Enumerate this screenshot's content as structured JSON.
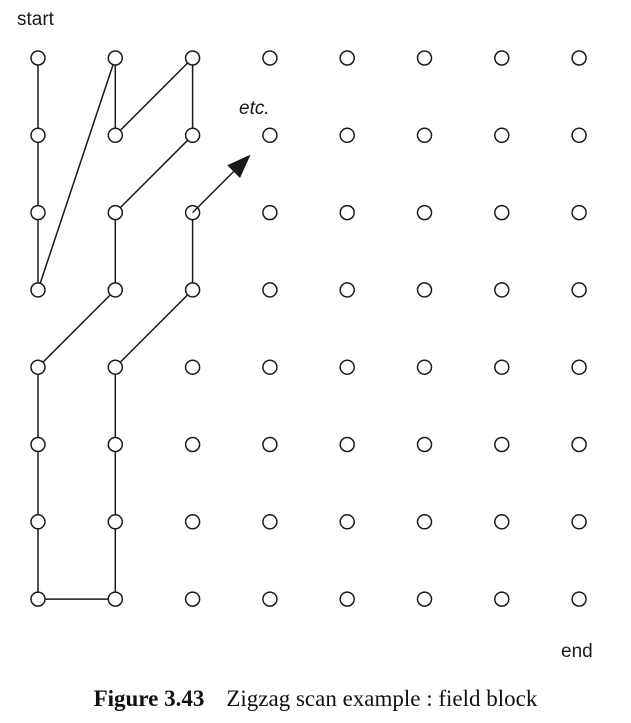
{
  "labels": {
    "start": "start",
    "end": "end",
    "etc": "etc."
  },
  "caption": {
    "figure_number": "Figure 3.43",
    "text": "Zigzag scan example : field block"
  },
  "grid": {
    "columns": 8,
    "rows": 8
  },
  "scan_path": [
    [
      0,
      0
    ],
    [
      0,
      1
    ],
    [
      0,
      2
    ],
    [
      0,
      3
    ],
    [
      1,
      0
    ],
    [
      1,
      1
    ],
    [
      2,
      0
    ],
    [
      2,
      1
    ],
    [
      1,
      2
    ],
    [
      1,
      3
    ],
    [
      0,
      4
    ],
    [
      0,
      5
    ],
    [
      0,
      6
    ],
    [
      0,
      7
    ],
    [
      1,
      7
    ],
    [
      1,
      6
    ],
    [
      1,
      5
    ],
    [
      1,
      4
    ],
    [
      2,
      3
    ],
    [
      2,
      2
    ]
  ],
  "arrow": {
    "from": [
      2,
      2
    ],
    "toward": [
      3,
      1
    ]
  },
  "colors": {
    "stroke": "#1a1a1a",
    "background": "#ffffff"
  }
}
